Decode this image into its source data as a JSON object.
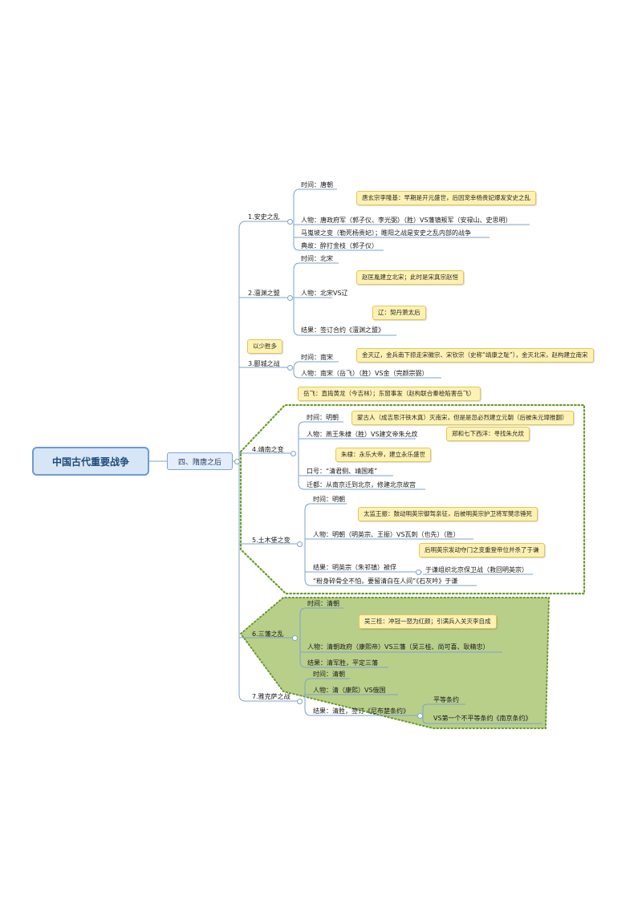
{
  "root": {
    "title": "中国古代重要战争"
  },
  "subtopic": {
    "title": "四、隋唐之后"
  },
  "topics": {
    "anshi": {
      "title": "1.安史之乱",
      "time": "时间：唐朝",
      "note1": "唐玄宗李隆基：早期是开元盛世，后因宠幸杨贵妃爆发安史之乱",
      "people": "人物：唐政府军（郭子仪、李光弼）（胜）VS藩镇叛军（安禄山、史思明）",
      "mawei": "马嵬坡之变（勒死杨贵妃）；睢阳之战是安史之乱内部的战争",
      "diangu": "典故：醉打金枝（郭子仪）"
    },
    "chanyuan": {
      "title": "2.澶渊之盟",
      "time": "时间：北宋",
      "note1": "赵匡胤建立北宋；此时是宋真宗赵恒",
      "people": "人物：北宋VS辽",
      "note2": "辽：契丹萧太后",
      "result": "结果：签订合约《澶渊之盟》"
    },
    "yancheng": {
      "title": "3.郾城之战",
      "tag": "以少胜多",
      "time": "时间：南宋",
      "note1": "金灭辽，金兵南下掠走宋徽宗、宋钦宗（史称“靖康之耻”），金灭北宋，赵构建立南宋",
      "people": "人物：南宋（岳飞）（胜）VS金（完颜宗弼）",
      "note2": "岳飞：直捣黄龙（今吉林）；东窗事发（赵构联合秦桧陷害岳飞）"
    },
    "jingnan": {
      "title": "4.靖南之变",
      "time": "时间：明朝",
      "note1": "蒙古人（成吉思汗铁木真）灭南宋，但是是忽必烈建立元朝（后被朱元璋推翻）",
      "people": "人物：燕王朱棣（胜）VS建文帝朱允炆",
      "note2": "郑和七下西洋：寻找朱允炆",
      "note3": "朱棣：永乐大帝，建立永乐盛世",
      "slogan": "口号：“清君侧、靖国难”",
      "move": "迁都：从南京迁到北京，修建北京故宫"
    },
    "tumu": {
      "title": "5.土木堡之变",
      "time": "时间：明朝",
      "note1": "太监王振：鼓动明英宗御驾亲征，后被明英宗护卫将军樊忠锤死",
      "people": "人物：明朝（明英宗、王振）VS瓦刺（也先）（胜）",
      "note2": "后明英宗发动夺门之变重登帝位并杀了于谦",
      "result": "结果：明英宗（朱祁镇）被俘",
      "yuqian": "于谦组织北京保卫战（救回明英宗）",
      "poem": "“粉身碎骨全不怕，要留清白在人间”《石灰吟》于谦"
    },
    "sanfan": {
      "title": "6.三藩之乱",
      "time": "时间：清朝",
      "note1": "吴三桂：冲冠一怒为红颜；引满兵入关灭李自成",
      "people": "人物：清朝政府（康熙帝）VS三藩（吴三桂、尚可喜、耿精忠）",
      "result": "结果：清军胜，平定三藩"
    },
    "yakesa": {
      "title": "7.雅克萨之战",
      "time": "时间：清朝",
      "people": "人物：清（康熙）VS俄国",
      "result": "结果：清胜，签订《尼布楚条约》",
      "equal": "平等条约",
      "unequal": "VS第一个不平等条约《南京条约》"
    }
  },
  "colors": {
    "line": "#7da3c9",
    "note_bg": "#fdf2b3",
    "boundary_green": "#6b9a2d",
    "fill_green": "#b8cf8a"
  }
}
